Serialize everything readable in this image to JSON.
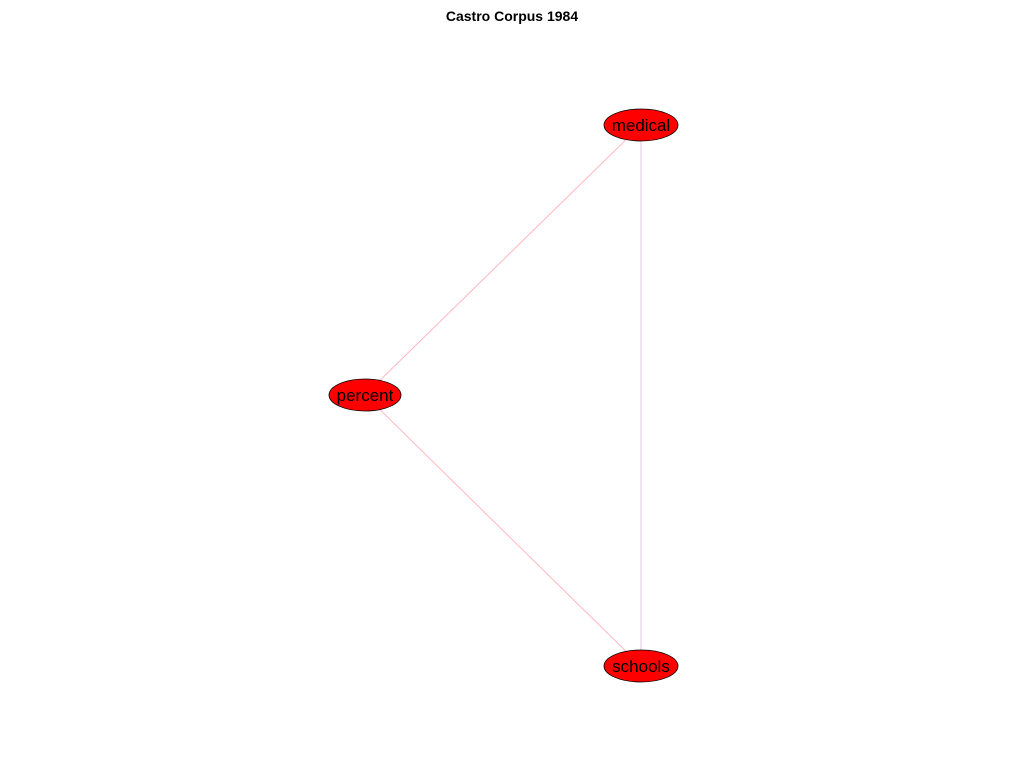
{
  "title": "Castro Corpus 1984",
  "colors": {
    "node_fill": "#ff0000",
    "edge_pink": "#ffb6c1",
    "edge_lavender": "#e0c8e0"
  },
  "nodes": {
    "medical": {
      "label": "medical"
    },
    "percent": {
      "label": "percent"
    },
    "schools": {
      "label": "schools"
    }
  },
  "edges": [
    {
      "from": "medical",
      "to": "percent"
    },
    {
      "from": "percent",
      "to": "schools"
    },
    {
      "from": "medical",
      "to": "schools"
    }
  ]
}
